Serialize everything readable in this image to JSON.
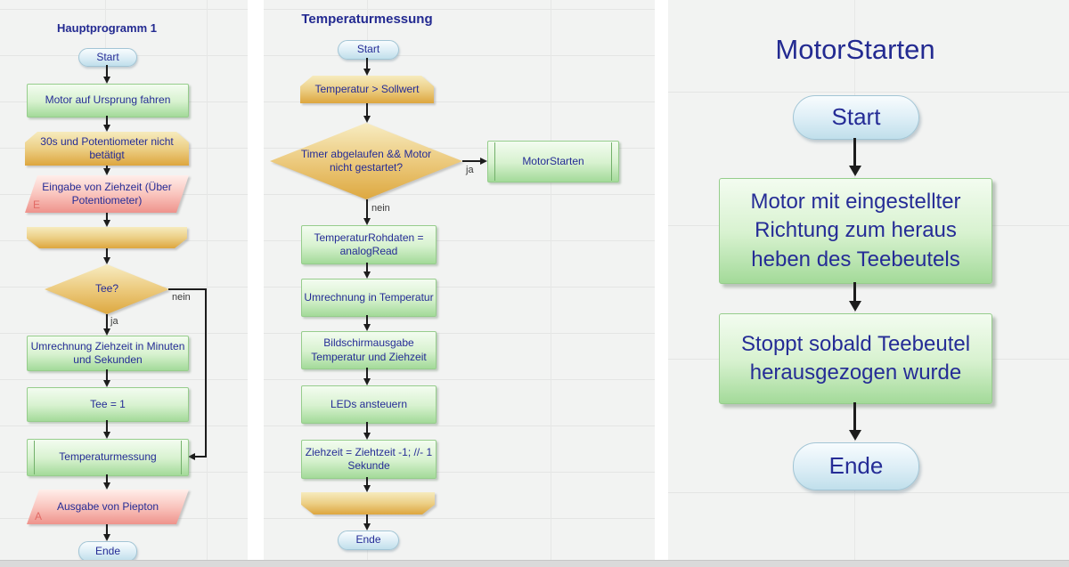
{
  "colors": {
    "node_text": "#252c96",
    "title_text": "#232a91",
    "process_green_top": "#f3fcf0",
    "process_green_bottom": "#a3da99",
    "terminator_blue_top": "#f8fcfe",
    "terminator_blue_bottom": "#c0dfeb",
    "prep_orange_top": "#f6ebbe",
    "prep_orange_bottom": "#dda63e",
    "io_pink_top": "#ffeeea",
    "io_pink_bottom": "#ee938c",
    "io_marker_red": "#e26b66",
    "connector_black": "#1c1c1c",
    "panel_background": "#f2f3f2",
    "gridline": "#e4e5e4"
  },
  "p1": {
    "title": "Hauptprogramm 1",
    "start": "Start",
    "n1": "Motor auf Ursprung fahren",
    "n2": "30s und Potentiometer nicht betätigt",
    "n3": "Eingabe von Ziehzeit (Über Potentiometer)",
    "n3_marker": "E",
    "decision": "Tee?",
    "lbl_ja": "ja",
    "lbl_nein": "nein",
    "n5": "Umrechnung Ziehzeit in Minuten und Sekunden",
    "n6": "Tee = 1",
    "n7": "Temperaturmessung",
    "n8": "Ausgabe von Piepton",
    "n8_marker": "A",
    "end": "Ende"
  },
  "p2": {
    "title": "Temperaturmessung",
    "start": "Start",
    "n1": "Temperatur > Sollwert",
    "decision": "Timer abgelaufen && Motor nicht gestartet?",
    "lbl_ja": "ja",
    "lbl_nein": "nein",
    "sub": "MotorStarten",
    "n2": "TemperaturRohdaten = analogRead",
    "n3": "Umrechnung in Temperatur",
    "n4": "Bildschirmausgabe Temperatur und Ziehzeit",
    "n5": "LEDs ansteuern",
    "n6": "Ziehzeit = Ziehtzeit -1; //- 1 Sekunde",
    "end": "Ende"
  },
  "p3": {
    "title": "MotorStarten",
    "start": "Start",
    "n1": "Motor mit eingestellter Richtung zum heraus heben des Teebeutels",
    "n2": "Stoppt sobald Teebeutel herausgezogen wurde",
    "end": "Ende"
  }
}
